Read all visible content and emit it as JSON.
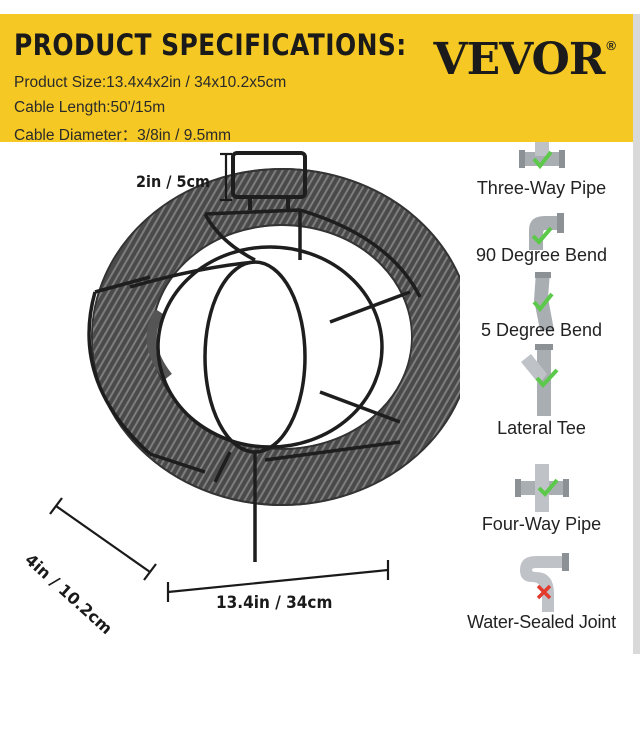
{
  "banner": {
    "title": "PRODUCT SPECIFICATIONS:",
    "logo": "VEVOR",
    "logo_mark": "®",
    "specs": [
      "Product Size:13.4x4x2in / 34x10.2x5cm",
      "Cable Length:50'/15m",
      "Cable Diameter：3/8in / 9.5mm"
    ]
  },
  "dimensions": {
    "height": "2in / 5cm",
    "width": "13.4in / 34cm",
    "depth": "4in / 10.2cm"
  },
  "pipes": [
    {
      "label": "Three-Way Pipe",
      "icon": "three-way-pipe-icon",
      "status": "check"
    },
    {
      "label": "90 Degree Bend",
      "icon": "elbow-90-pipe-icon",
      "status": "check"
    },
    {
      "label": "5 Degree Bend",
      "icon": "bend-5-pipe-icon",
      "status": "check"
    },
    {
      "label": "Lateral Tee",
      "icon": "lateral-tee-pipe-icon",
      "status": "check"
    },
    {
      "label": "Four-Way Pipe",
      "icon": "four-way-pipe-icon",
      "status": "check"
    },
    {
      "label": "Water-Sealed Joint",
      "icon": "water-sealed-joint-icon",
      "status": "cross"
    }
  ],
  "colors": {
    "banner": "#f5c824",
    "check": "#5cc94a",
    "cross": "#e23b2e",
    "pipe": "#a9aeb3"
  }
}
